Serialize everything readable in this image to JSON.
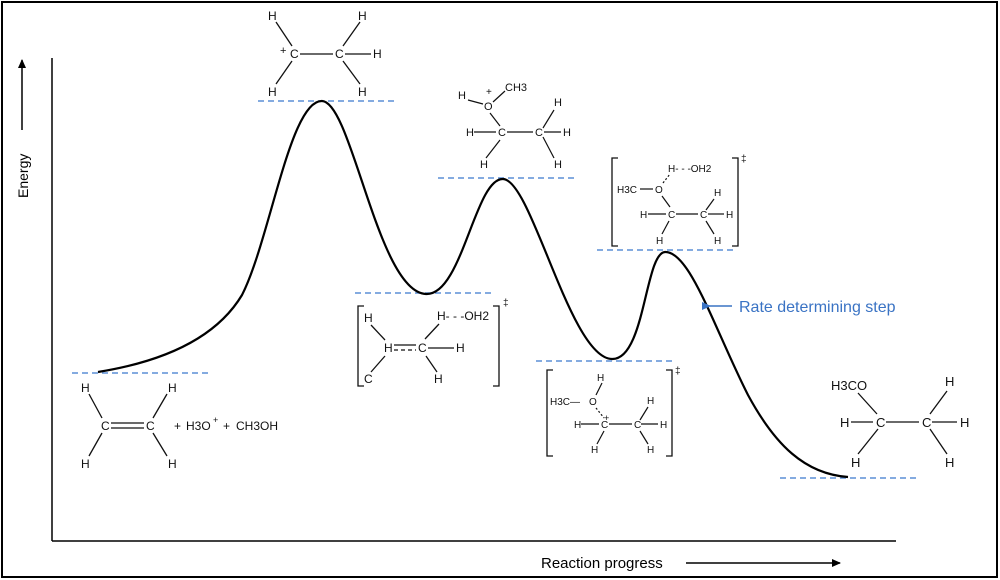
{
  "axes": {
    "y_label": "Energy",
    "x_label": "Reaction progress"
  },
  "callout": {
    "text": "Rate determining step",
    "color": "#3a73c4"
  },
  "colors": {
    "curve": "#000000",
    "level_dash": "#5b8fd6",
    "frame": "#000000"
  },
  "molecules": {
    "reactants": {
      "atoms": [
        "H",
        "H",
        "C",
        "C",
        "H",
        "H"
      ],
      "plus1": "+",
      "h3o": "H3O",
      "h3o_charge": "+",
      "plus2": "+",
      "methanol": "CH3OH"
    },
    "carbocation": {
      "atoms": [
        "H",
        "H",
        "C",
        "C",
        "H",
        "H"
      ],
      "charge": "+"
    },
    "ts1": {
      "atoms": [
        "H",
        "H",
        "C",
        "C",
        "H",
        "H"
      ],
      "water": "H- - -OH2",
      "dagger": "‡"
    },
    "oxonium": {
      "o": "O",
      "charge": "+",
      "h_o": "H",
      "methyl": "CH3",
      "atoms": [
        "H",
        "C",
        "C",
        "H",
        "H",
        "H",
        "H"
      ]
    },
    "ts2": {
      "o": "O",
      "methyl": "H3C—",
      "charge": "+",
      "atoms": [
        "H",
        "C",
        "C",
        "H",
        "H",
        "H",
        "H",
        "H"
      ],
      "dagger": "‡"
    },
    "ts3": {
      "water": "H- - -OH2",
      "methyl": "H3C",
      "o": "O",
      "atoms": [
        "H",
        "C",
        "C",
        "H",
        "H",
        "H",
        "H"
      ],
      "dagger": "‡"
    },
    "product": {
      "methoxy": "H3CO",
      "atoms": [
        "H",
        "C",
        "C",
        "H",
        "H",
        "H",
        "H"
      ]
    }
  }
}
